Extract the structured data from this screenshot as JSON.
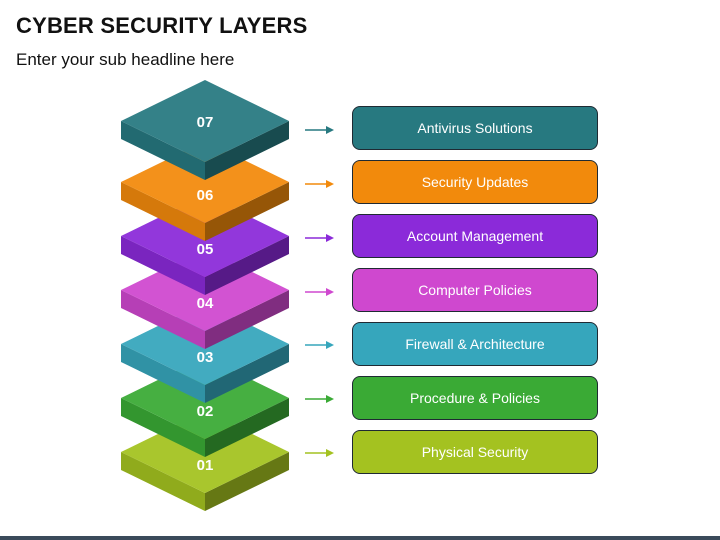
{
  "title": "CYBER SECURITY LAYERS",
  "subtitle": "Enter your sub headline here",
  "layers": [
    {
      "number": "01",
      "label": "Physical Security",
      "color": "#a4c220"
    },
    {
      "number": "02",
      "label": "Procedure & Policies",
      "color": "#3aaa35"
    },
    {
      "number": "03",
      "label": "Firewall & Architecture",
      "color": "#36a6bc"
    },
    {
      "number": "04",
      "label": "Computer Policies",
      "color": "#cf48cf"
    },
    {
      "number": "05",
      "label": "Account Management",
      "color": "#8b2ad9"
    },
    {
      "number": "06",
      "label": "Security Updates",
      "color": "#f28a0c"
    },
    {
      "number": "07",
      "label": "Antivirus Solutions",
      "color": "#277980"
    }
  ]
}
